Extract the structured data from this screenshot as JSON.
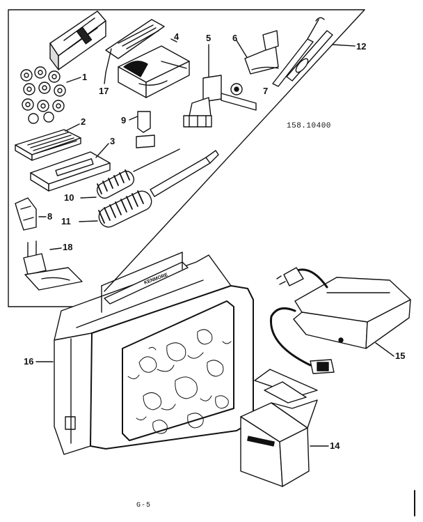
{
  "diagram": {
    "model_number": "158.10400",
    "page_id": "G-5",
    "brand_mark": "KENMORE",
    "callouts": {
      "c1": "1",
      "c2": "2",
      "c3": "3",
      "c4": "4",
      "c5": "5",
      "c6": "6",
      "c7": "7",
      "c8": "8",
      "c9": "9",
      "c10": "10",
      "c11": "11",
      "c12": "12",
      "c14": "14",
      "c15": "15",
      "c16": "16",
      "c17": "17",
      "c18": "18"
    }
  }
}
